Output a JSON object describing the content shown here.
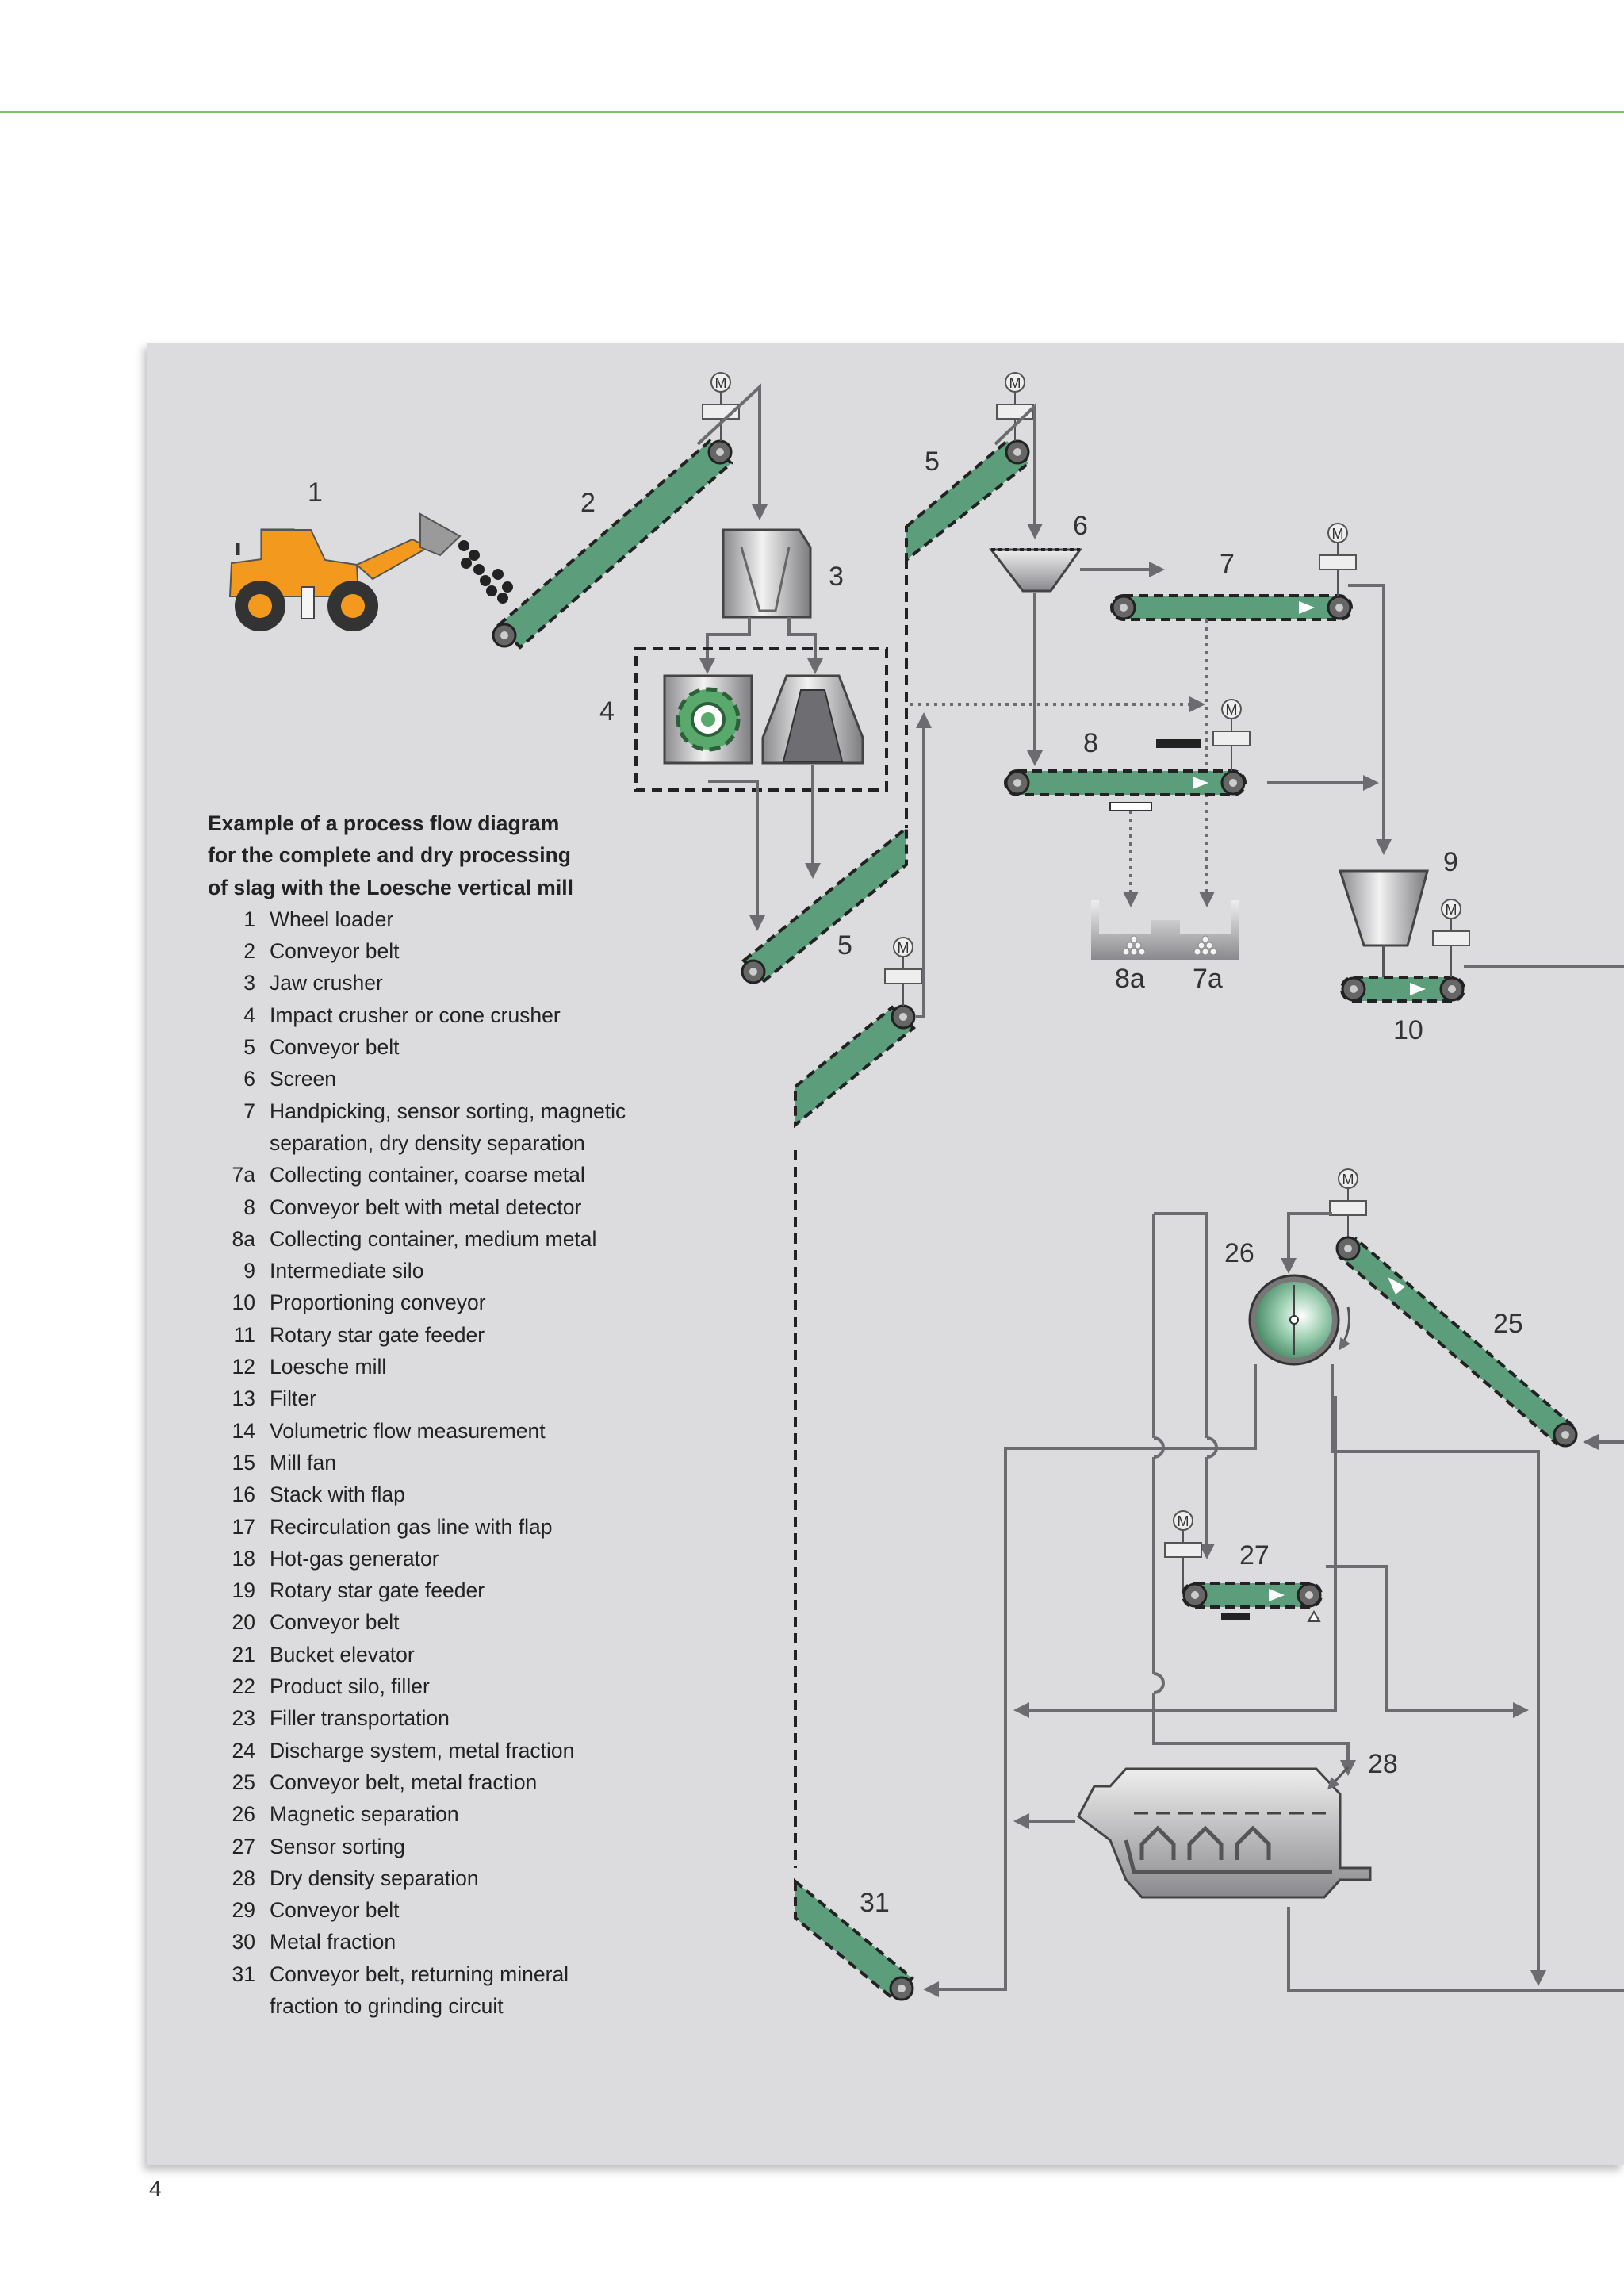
{
  "page": {
    "number": "4"
  },
  "legend": {
    "title_lines": [
      "Example of a process flow diagram",
      "for the complete and dry processing",
      "of slag with the Loesche vertical mill"
    ],
    "items": [
      {
        "num": "1",
        "lines": [
          "Wheel loader"
        ]
      },
      {
        "num": "2",
        "lines": [
          "Conveyor belt"
        ]
      },
      {
        "num": "3",
        "lines": [
          "Jaw crusher"
        ]
      },
      {
        "num": "4",
        "lines": [
          "Impact crusher or cone crusher"
        ]
      },
      {
        "num": "5",
        "lines": [
          "Conveyor belt"
        ]
      },
      {
        "num": "6",
        "lines": [
          "Screen"
        ]
      },
      {
        "num": "7",
        "lines": [
          "Handpicking, sensor sorting, magnetic",
          "separation, dry density separation"
        ]
      },
      {
        "num": "7a",
        "lines": [
          "Collecting container, coarse metal"
        ]
      },
      {
        "num": "8",
        "lines": [
          "Conveyor belt with metal detector"
        ]
      },
      {
        "num": "8a",
        "lines": [
          "Collecting container, medium metal"
        ]
      },
      {
        "num": "9",
        "lines": [
          "Intermediate silo"
        ]
      },
      {
        "num": "10",
        "lines": [
          "Proportioning conveyor"
        ]
      },
      {
        "num": "11",
        "lines": [
          "Rotary star gate feeder"
        ]
      },
      {
        "num": "12",
        "lines": [
          "Loesche mill"
        ]
      },
      {
        "num": "13",
        "lines": [
          "Filter"
        ]
      },
      {
        "num": "14",
        "lines": [
          "Volumetric flow measurement"
        ]
      },
      {
        "num": "15",
        "lines": [
          "Mill fan"
        ]
      },
      {
        "num": "16",
        "lines": [
          "Stack with flap"
        ]
      },
      {
        "num": "17",
        "lines": [
          "Recirculation gas line with flap"
        ]
      },
      {
        "num": "18",
        "lines": [
          "Hot-gas generator"
        ]
      },
      {
        "num": "19",
        "lines": [
          "Rotary star gate feeder"
        ]
      },
      {
        "num": "20",
        "lines": [
          "Conveyor belt"
        ]
      },
      {
        "num": "21",
        "lines": [
          "Bucket elevator"
        ]
      },
      {
        "num": "22",
        "lines": [
          "Product silo, filler"
        ]
      },
      {
        "num": "23",
        "lines": [
          "Filler transportation"
        ]
      },
      {
        "num": "24",
        "lines": [
          "Discharge system, metal fraction"
        ]
      },
      {
        "num": "25",
        "lines": [
          "Conveyor belt, metal fraction"
        ]
      },
      {
        "num": "26",
        "lines": [
          "Magnetic separation"
        ]
      },
      {
        "num": "27",
        "lines": [
          "Sensor sorting"
        ]
      },
      {
        "num": "28",
        "lines": [
          "Dry density separation"
        ]
      },
      {
        "num": "29",
        "lines": [
          "Conveyor belt"
        ]
      },
      {
        "num": "30",
        "lines": [
          "Metal fraction"
        ]
      },
      {
        "num": "31",
        "lines": [
          "Conveyor belt, returning mineral",
          "fraction to grinding circuit"
        ]
      }
    ]
  },
  "diagram": {
    "motor_label": "M",
    "callouts": {
      "c1": "1",
      "c2": "2",
      "c3": "3",
      "c4": "4",
      "c5a": "5",
      "c5b": "5",
      "c6": "6",
      "c7": "7",
      "c7a": "7a",
      "c8": "8",
      "c8a": "8a",
      "c9": "9",
      "c10": "10",
      "c25": "25",
      "c26": "26",
      "c27": "27",
      "c28": "28",
      "c31": "31"
    },
    "colors": {
      "belt": "#5c9e7b",
      "loader": "#f39a1e",
      "flow_line": "#6c6c70",
      "accent_rule": "#7dc066",
      "panel": "#dcdcde"
    }
  }
}
